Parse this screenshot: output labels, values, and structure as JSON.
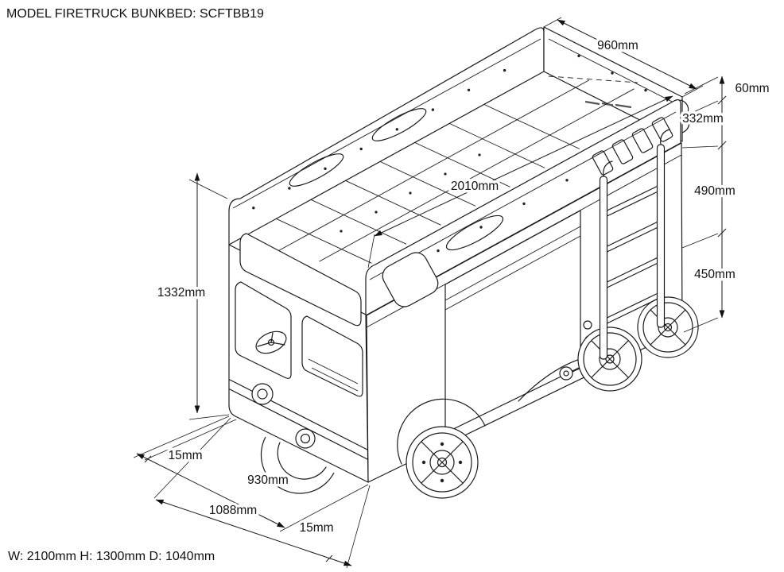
{
  "page": {
    "title": "MODEL FIRETRUCK BUNKBED: SCFTBB19",
    "footer": "W: 2100mm H: 1300mm D: 1040mm"
  },
  "dimensions": {
    "top_width": "960mm",
    "top_edge": "60mm",
    "rail_height": "332mm",
    "length": "2010mm",
    "upper_height": "490mm",
    "lower_height": "450mm",
    "total_height": "1332mm",
    "front_inset": "15mm",
    "base_span": "930mm",
    "base_total": "1088mm",
    "end_inset": "15mm"
  }
}
